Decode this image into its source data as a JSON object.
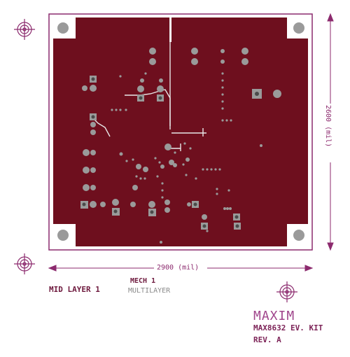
{
  "labels": {
    "mid_layer": "MID LAYER 1",
    "mech": "MECH 1",
    "multilayer": "MULTILAYER",
    "brand": "MAXIM",
    "kit": "MAX8632 EV. KIT",
    "rev": "REV. A"
  },
  "dimensions": {
    "width_text": "2900 (mil)",
    "height_text": "2600 (mil)"
  },
  "colors": {
    "copper": "#6e0f1e",
    "outline": "#8c2a6e",
    "pad": "#9a9a9a",
    "hole": "#4a4a4a",
    "trace": "#e8e8e8"
  },
  "icons": [
    "fiducial-target-icon"
  ]
}
